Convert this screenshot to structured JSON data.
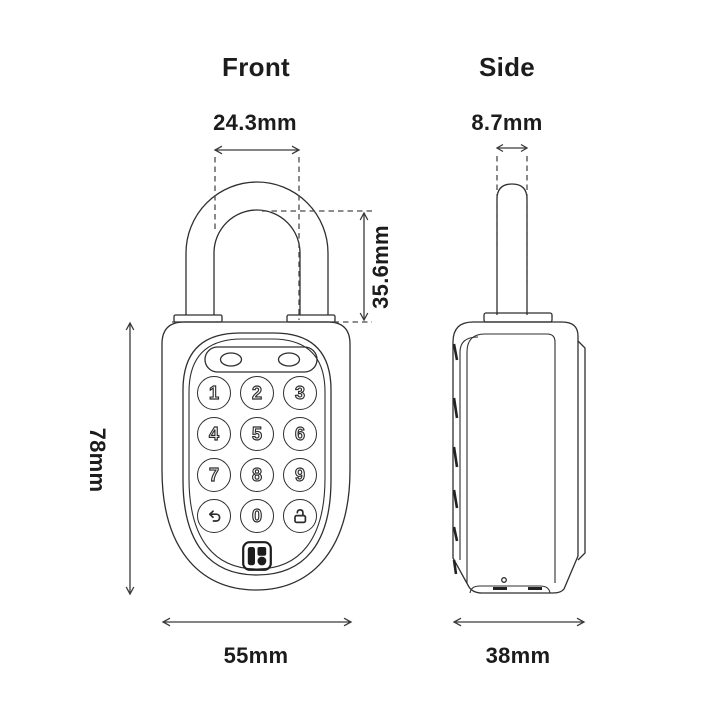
{
  "front_view": {
    "title": "Front",
    "shackle_inner_width": "24.3mm",
    "shackle_height": "35.6mm",
    "body_height": "78mm",
    "body_width": "55mm"
  },
  "side_view": {
    "title": "Side",
    "shackle_diameter": "8.7mm",
    "body_depth": "38mm"
  },
  "keypad": {
    "keys": [
      "1",
      "2",
      "3",
      "4",
      "5",
      "6",
      "7",
      "8",
      "9"
    ],
    "zero_key": "0",
    "back_key_icon": "undo-arrow",
    "unlock_key_icon": "open-padlock",
    "status_lights": [
      "led-left",
      "led-right"
    ]
  },
  "branding": {
    "logo": "igloohome-logo-mark"
  },
  "colors": {
    "line": "#2f2f2f",
    "dimension_line": "#3a3a3a",
    "text": "#1c1c1c",
    "background": "#ffffff"
  }
}
